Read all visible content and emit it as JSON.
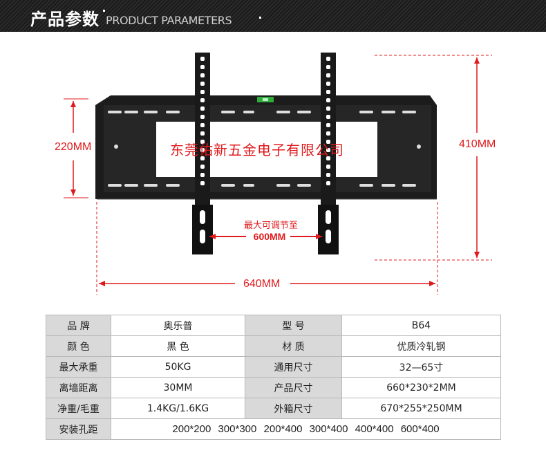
{
  "header": {
    "title_cn": "产品参数",
    "title_en": "PRODUCT PARAMETERS"
  },
  "figure": {
    "dim_height_left": "220MM",
    "dim_height_right": "410MM",
    "dim_width": "640MM",
    "adjust_label": "最大可调节至",
    "adjust_value": "600MM",
    "watermark": "东莞佑新五金电子有限公司"
  },
  "colors": {
    "accent_red": "#e0191c",
    "header_bg": "#1a1a1a",
    "label_cell_bg": "#d9d9d9"
  },
  "spec_table": {
    "rows": [
      {
        "label1": "品 牌",
        "value1": "奥乐普",
        "label2": "型 号",
        "value2": "B64"
      },
      {
        "label1": "颜 色",
        "value1": "黑 色",
        "label2": "材 质",
        "value2": "优质冷轧钢"
      },
      {
        "label1": "最大承重",
        "value1": "50KG",
        "label2": "通用尺寸",
        "value2": "32—65寸"
      },
      {
        "label1": "离墙距离",
        "value1": "30MM",
        "label2": "产品尺寸",
        "value2": "660*230*2MM"
      },
      {
        "label1": "净重/毛重",
        "value1": "1.4KG/1.6KG",
        "label2": "外箱尺寸",
        "value2": "670*255*250MM"
      }
    ],
    "hole_label": "安装孔距",
    "hole_value": "200*200 300*300 200*400 300*400 400*400 600*400"
  }
}
